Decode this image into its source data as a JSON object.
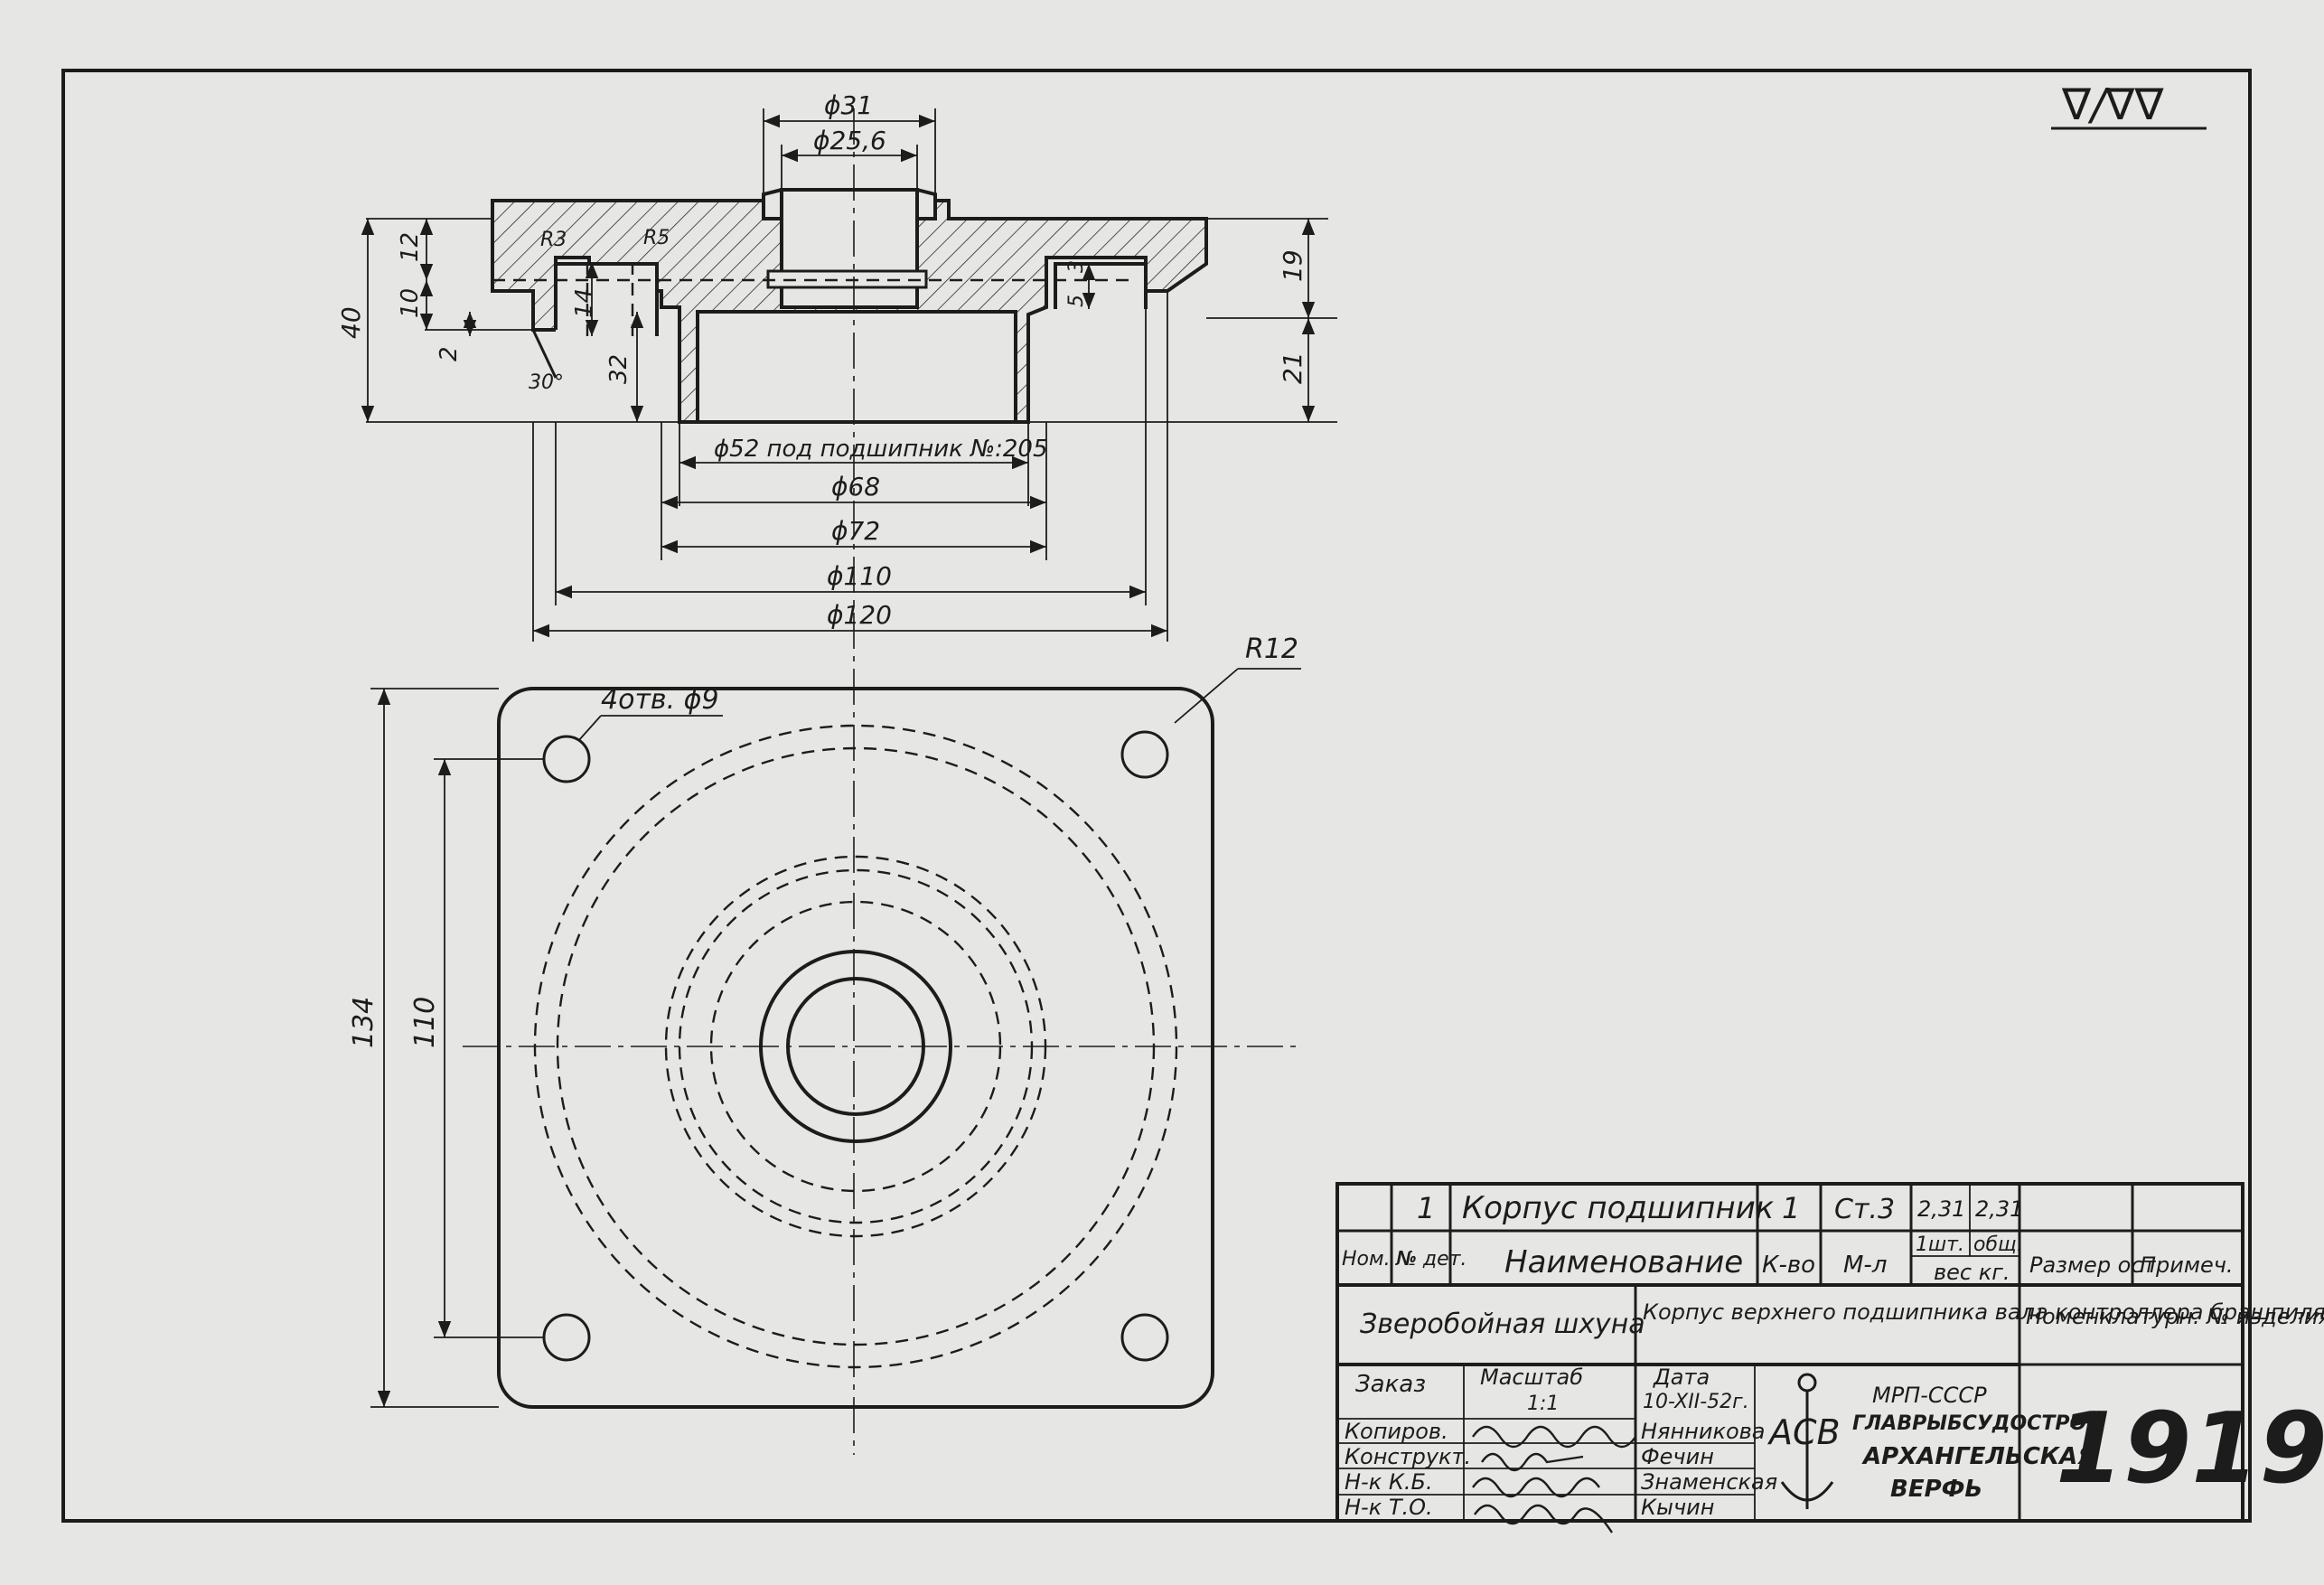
{
  "surface_finish_mark": "∇/∇∇",
  "section_view": {
    "dims": {
      "d31": "ϕ31",
      "d25_6": "ϕ25,6",
      "d52_note": "ϕ52 под подшипник №:205",
      "d68": "ϕ68",
      "d72": "ϕ72",
      "d110": "ϕ110",
      "d120": "ϕ120",
      "h40": "40",
      "h12": "12",
      "h10": "10",
      "h2": "2",
      "h14": "14",
      "h32": "32",
      "h19": "19",
      "h21": "21",
      "h5": "5",
      "h3": "3",
      "r3": "R3",
      "r5": "R5",
      "a30": "30°"
    }
  },
  "plan_view": {
    "dims": {
      "r12": "R12",
      "holes": "4отв. ϕ9",
      "w134": "134",
      "w110": "110"
    }
  },
  "title_block": {
    "row1": {
      "num": "1",
      "name": "Корпус подшипник",
      "qty": "1",
      "material": "Ст.3",
      "weight_unit": "2,31",
      "weight_total": "2,31"
    },
    "headers": {
      "nom": "Ном. №",
      "det": "№ дет.",
      "name": "Наименование",
      "qty": "К-во",
      "material": "М-л",
      "sht": "1шт.",
      "obsh": "общ.",
      "ves": "вес кг.",
      "size": "Размер ост",
      "note": "Примеч."
    },
    "vessel": "Зверобойная шхуна",
    "part_title": "Корпус верхнего подшипника вала контроллера брашпиля",
    "nomenclature": "Номенклатурн. № изделия",
    "order_label": "Заказ",
    "scale_label": "Масштаб",
    "scale_value": "1:1",
    "date_label": "Дата",
    "date_value": "10-XII-52г.",
    "rows": [
      {
        "role": "Копиров.",
        "name": "Нянникова"
      },
      {
        "role": "Конструкт.",
        "name": "Фечин"
      },
      {
        "role": "Н-к К.Б.",
        "name": "Знаменская"
      },
      {
        "role": "Н-к Т.О.",
        "name": "Кычин"
      }
    ],
    "org": [
      "МРП-СССР",
      "ГЛАВРЫБСУДОСТРОЙ",
      "АРХАНГЕЛЬСКАЯ",
      "ВЕРФЬ"
    ],
    "logo_text": "АСВ",
    "drawing_number": "1919"
  }
}
